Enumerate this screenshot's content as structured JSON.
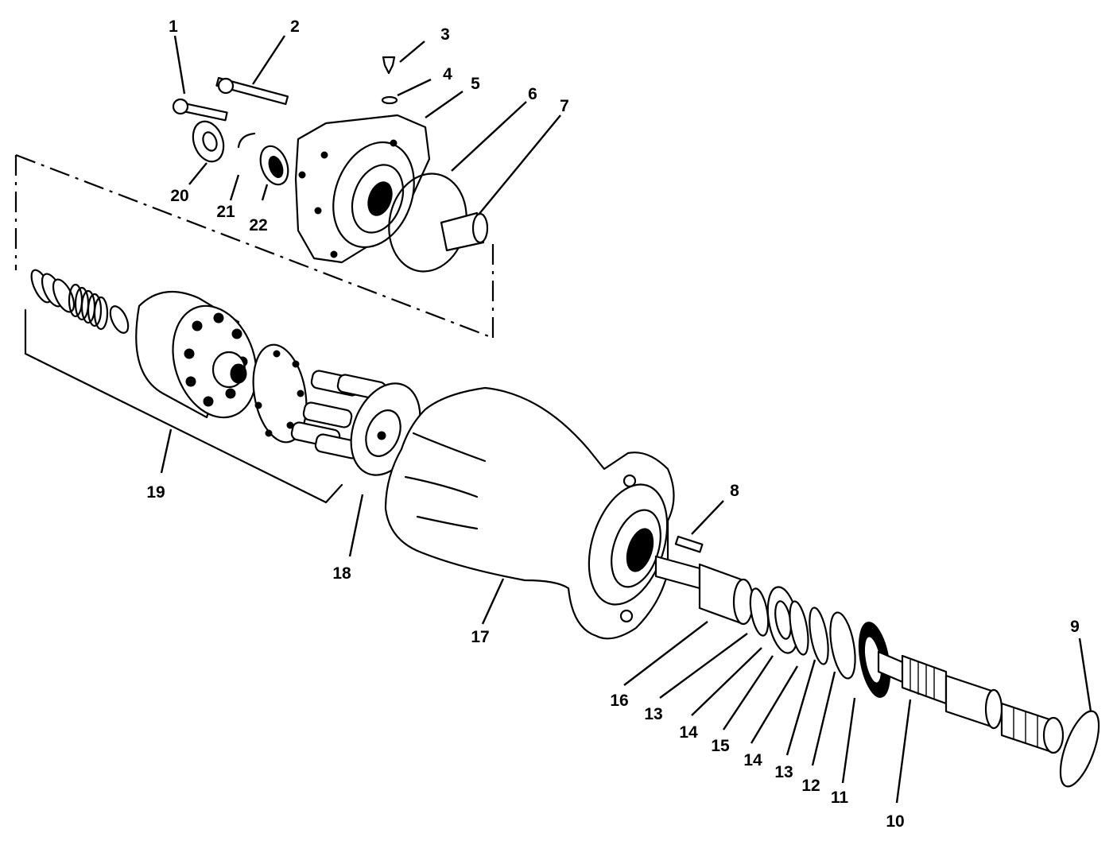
{
  "callouts": [
    {
      "id": "c1",
      "text": "1"
    },
    {
      "id": "c2",
      "text": "2"
    },
    {
      "id": "c3",
      "text": "3"
    },
    {
      "id": "c4",
      "text": "4"
    },
    {
      "id": "c5",
      "text": "5"
    },
    {
      "id": "c6",
      "text": "6"
    },
    {
      "id": "c7",
      "text": "7"
    },
    {
      "id": "c8",
      "text": "8"
    },
    {
      "id": "c9",
      "text": "9"
    },
    {
      "id": "c10",
      "text": "10"
    },
    {
      "id": "c11",
      "text": "11"
    },
    {
      "id": "c12",
      "text": "12"
    },
    {
      "id": "c13a",
      "text": "13"
    },
    {
      "id": "c13b",
      "text": "13"
    },
    {
      "id": "c14a",
      "text": "14"
    },
    {
      "id": "c14b",
      "text": "14"
    },
    {
      "id": "c15",
      "text": "15"
    },
    {
      "id": "c16",
      "text": "16"
    },
    {
      "id": "c17",
      "text": "17"
    },
    {
      "id": "c18",
      "text": "18"
    },
    {
      "id": "c19",
      "text": "19"
    },
    {
      "id": "c20",
      "text": "20"
    },
    {
      "id": "c21",
      "text": "21"
    },
    {
      "id": "c22",
      "text": "22"
    }
  ]
}
